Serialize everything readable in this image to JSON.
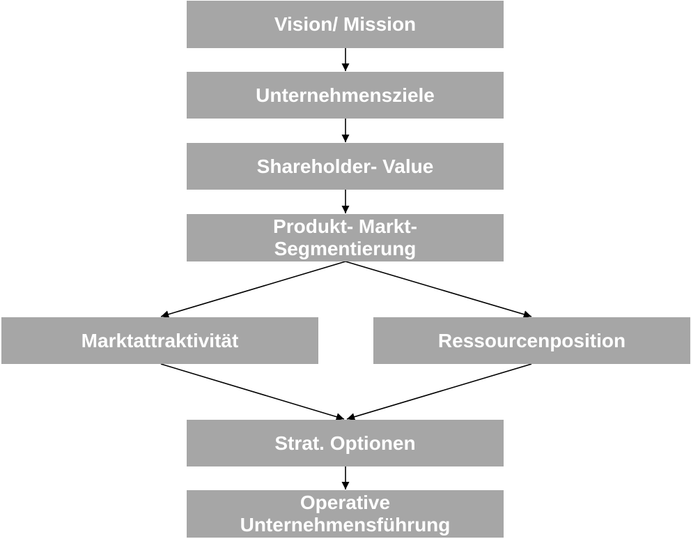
{
  "boxes": {
    "vision": "Vision/ Mission",
    "goals": "Unternehmensziele",
    "shareholder": "Shareholder- Value",
    "segmentation": "Produkt- Markt-\nSegmentierung",
    "market": "Marktattraktivität",
    "resources": "Ressourcenposition",
    "options": "Strat. Optionen",
    "operative": "Operative\nUnternehmensführung"
  },
  "colors": {
    "box_fill": "#a6a6a6",
    "box_text": "#ffffff",
    "arrow": "#000000"
  }
}
